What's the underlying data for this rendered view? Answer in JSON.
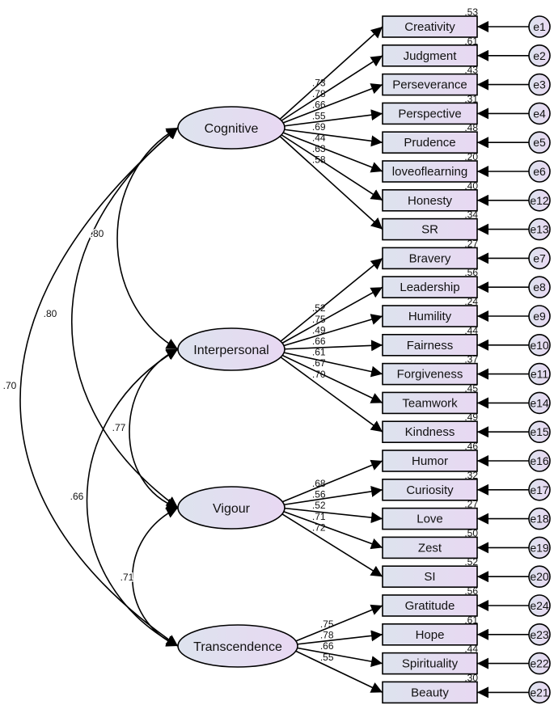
{
  "colors": {
    "shape_fill_start": "#dde3ee",
    "shape_fill_end": "#e8d8f2",
    "stroke": "#000000"
  },
  "factors": [
    {
      "label": "Cognitive",
      "indicators": [
        {
          "label": "Creativity",
          "error": "e1",
          "loading": ".73",
          "r2": ".53"
        },
        {
          "label": "Judgment",
          "error": "e2",
          "loading": ".78",
          "r2": ".61"
        },
        {
          "label": "Perseverance",
          "error": "e3",
          "loading": ".66",
          "r2": ".43"
        },
        {
          "label": "Perspective",
          "error": "e4",
          "loading": ".55",
          "r2": ".31"
        },
        {
          "label": "Prudence",
          "error": "e5",
          "loading": ".69",
          "r2": ".48"
        },
        {
          "label": "loveoflearning",
          "error": "e6",
          "loading": ".44",
          "r2": ".20"
        },
        {
          "label": "Honesty",
          "error": "e12",
          "loading": ".63",
          "r2": ".40"
        },
        {
          "label": "SR",
          "error": "e13",
          "loading": ".58",
          "r2": ".34"
        }
      ]
    },
    {
      "label": "Interpersonal",
      "indicators": [
        {
          "label": "Bravery",
          "error": "e7",
          "loading": ".52",
          "r2": ".27"
        },
        {
          "label": "Leadership",
          "error": "e8",
          "loading": ".75",
          "r2": ".56"
        },
        {
          "label": "Humility",
          "error": "e9",
          "loading": ".49",
          "r2": ".24"
        },
        {
          "label": "Fairness",
          "error": "e10",
          "loading": ".66",
          "r2": ".44"
        },
        {
          "label": "Forgiveness",
          "error": "e11",
          "loading": ".61",
          "r2": ".37"
        },
        {
          "label": "Teamwork",
          "error": "e14",
          "loading": ".67",
          "r2": ".45"
        },
        {
          "label": "Kindness",
          "error": "e15",
          "loading": ".70",
          "r2": ".49"
        }
      ]
    },
    {
      "label": "Vigour",
      "indicators": [
        {
          "label": "Humor",
          "error": "e16",
          "loading": ".68",
          "r2": ".46"
        },
        {
          "label": "Curiosity",
          "error": "e17",
          "loading": ".56",
          "r2": ".32"
        },
        {
          "label": "Love",
          "error": "e18",
          "loading": ".52",
          "r2": ".27"
        },
        {
          "label": "Zest",
          "error": "e19",
          "loading": ".71",
          "r2": ".50"
        },
        {
          "label": "SI",
          "error": "e20",
          "loading": ".72",
          "r2": ".52"
        }
      ]
    },
    {
      "label": "Transcendence",
      "indicators": [
        {
          "label": "Gratitude",
          "error": "e24",
          "loading": ".75",
          "r2": ".56"
        },
        {
          "label": "Hope",
          "error": "e23",
          "loading": ".78",
          "r2": ".61"
        },
        {
          "label": "Spirituality",
          "error": "e22",
          "loading": ".66",
          "r2": ".44"
        },
        {
          "label": "Beauty",
          "error": "e21",
          "loading": ".55",
          "r2": ".30"
        }
      ]
    }
  ],
  "correlations": [
    {
      "from": "Cognitive",
      "to": "Interpersonal",
      "value": ".80"
    },
    {
      "from": "Cognitive",
      "to": "Vigour",
      "value": ".80"
    },
    {
      "from": "Cognitive",
      "to": "Transcendence",
      "value": ".70"
    },
    {
      "from": "Interpersonal",
      "to": "Vigour",
      "value": ".77"
    },
    {
      "from": "Interpersonal",
      "to": "Transcendence",
      "value": ".66"
    },
    {
      "from": "Vigour",
      "to": "Transcendence",
      "value": ".71"
    }
  ]
}
